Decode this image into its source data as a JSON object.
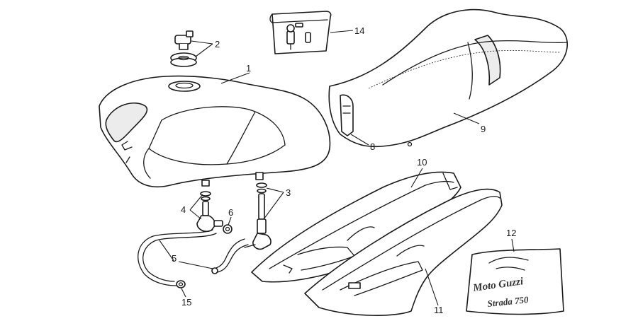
{
  "diagram": {
    "callouts": [
      {
        "id": "1",
        "part": "fuel tank"
      },
      {
        "id": "2",
        "part": "filler cap"
      },
      {
        "id": "3",
        "part": "fuel tap right"
      },
      {
        "id": "4",
        "part": "fuel tap left"
      },
      {
        "id": "5",
        "part": "fuel hose"
      },
      {
        "id": "6",
        "part": "hose clamp"
      },
      {
        "id": "8",
        "part": "seat latch"
      },
      {
        "id": "9",
        "part": "seat"
      },
      {
        "id": "10",
        "part": "side panel right"
      },
      {
        "id": "11",
        "part": "side panel left"
      },
      {
        "id": "12",
        "part": "decal kit"
      },
      {
        "id": "14",
        "part": "lock set"
      },
      {
        "id": "15",
        "part": "hose clip"
      }
    ],
    "decal": {
      "brand": "Moto Guzzi",
      "model": "Strada 750"
    }
  }
}
